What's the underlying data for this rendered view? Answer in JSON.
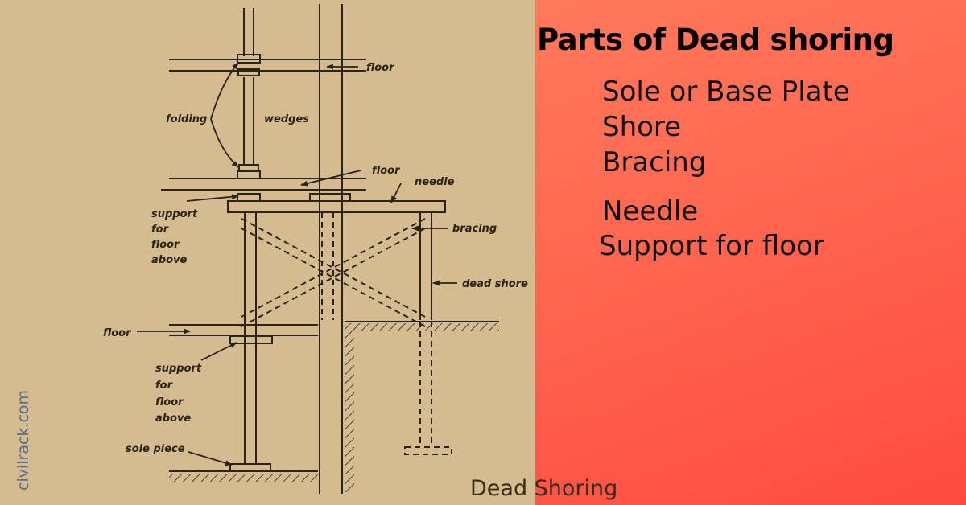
{
  "heading": "Parts of Dead shoring",
  "parts": [
    "Sole or Base Plate",
    "Shore",
    "Bracing",
    "Needle",
    "Support for floor"
  ],
  "caption": "Dead Shoring",
  "watermark": "civilrack.com",
  "colors": {
    "left_bg": "#d4bc90",
    "right_bg_top": "#ff7a5c",
    "right_bg_bottom": "#ff4a40",
    "ink": "#2a2418"
  },
  "diagram": {
    "labels": {
      "floor_top": "floor",
      "folding": "folding",
      "wedges": "wedges",
      "floor_mid": "floor",
      "needle": "needle",
      "support_upper": [
        "support",
        "for",
        "floor",
        "above"
      ],
      "bracing": "bracing",
      "dead_shore": "dead shore",
      "floor_low": "floor",
      "support_lower": [
        "support",
        "for",
        "floor",
        "above"
      ],
      "sole_piece": "sole piece"
    }
  }
}
